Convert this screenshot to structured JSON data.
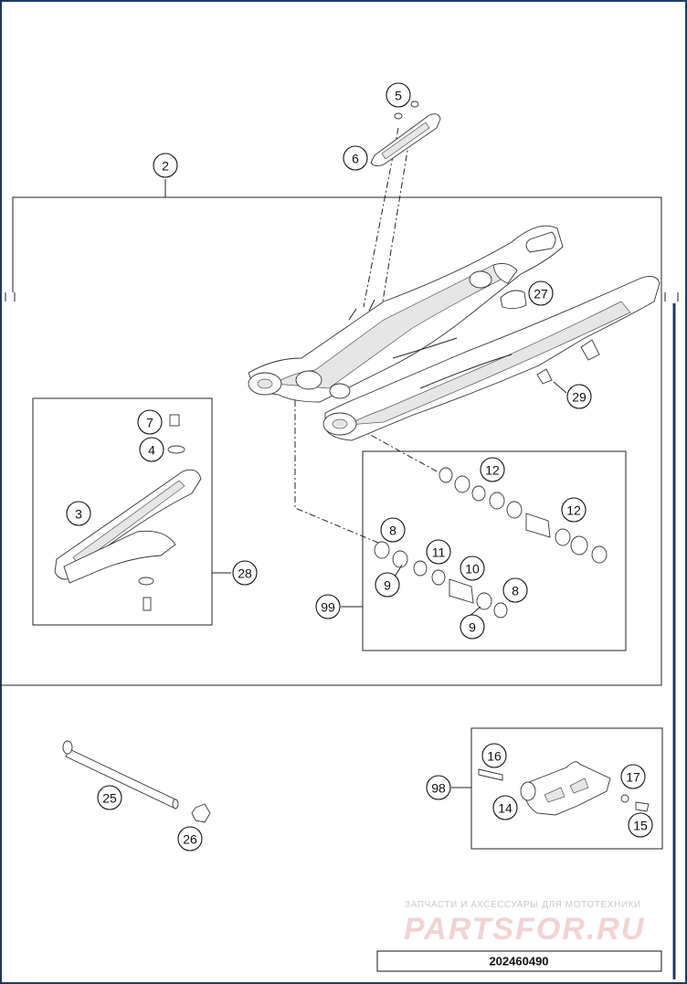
{
  "diagram": {
    "callouts": [
      {
        "id": "c2",
        "label": "2"
      },
      {
        "id": "c3",
        "label": "3"
      },
      {
        "id": "c4",
        "label": "4"
      },
      {
        "id": "c5",
        "label": "5"
      },
      {
        "id": "c6",
        "label": "6"
      },
      {
        "id": "c7",
        "label": "7"
      },
      {
        "id": "c8a",
        "label": "8"
      },
      {
        "id": "c8b",
        "label": "8"
      },
      {
        "id": "c9a",
        "label": "9"
      },
      {
        "id": "c9b",
        "label": "9"
      },
      {
        "id": "c10",
        "label": "10"
      },
      {
        "id": "c11",
        "label": "11"
      },
      {
        "id": "c12a",
        "label": "12"
      },
      {
        "id": "c12b",
        "label": "12"
      },
      {
        "id": "c14",
        "label": "14"
      },
      {
        "id": "c15",
        "label": "15"
      },
      {
        "id": "c16",
        "label": "16"
      },
      {
        "id": "c17",
        "label": "17"
      },
      {
        "id": "c25",
        "label": "25"
      },
      {
        "id": "c26",
        "label": "26"
      },
      {
        "id": "c27",
        "label": "27"
      },
      {
        "id": "c28",
        "label": "28"
      },
      {
        "id": "c29",
        "label": "29"
      },
      {
        "id": "c98",
        "label": "98"
      },
      {
        "id": "c99",
        "label": "99"
      }
    ],
    "part_number": "202460490",
    "watermark": {
      "tagline": "ЗАПЧАСТИ И АКСЕССУАРЫ ДЛЯ МОТОТЕХНИКИ",
      "brand": "PARTSFOR.RU"
    },
    "accent_color": "#1f3b5c"
  }
}
